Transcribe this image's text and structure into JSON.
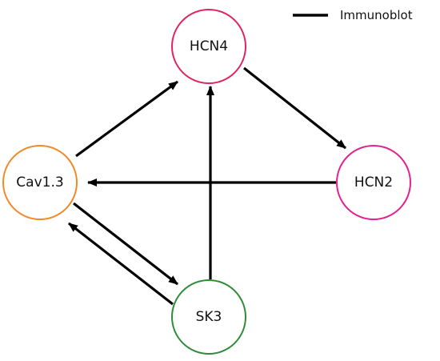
{
  "legend": {
    "label": "Immunoblot",
    "line_color": "#000000"
  },
  "nodes": [
    {
      "id": "hcn4",
      "label": "HCN4",
      "color": "#e0245e"
    },
    {
      "id": "hcn2",
      "label": "HCN2",
      "color": "#e3208f"
    },
    {
      "id": "cav13",
      "label": "Cav1.3",
      "color": "#f08a24"
    },
    {
      "id": "sk3",
      "label": "SK3",
      "color": "#2e8b3a"
    }
  ],
  "edges": [
    {
      "from": "cav13",
      "to": "hcn4"
    },
    {
      "from": "hcn4",
      "to": "hcn2"
    },
    {
      "from": "hcn2",
      "to": "cav13"
    },
    {
      "from": "sk3",
      "to": "hcn4"
    },
    {
      "from": "cav13",
      "to": "sk3"
    },
    {
      "from": "sk3",
      "to": "cav13"
    }
  ]
}
